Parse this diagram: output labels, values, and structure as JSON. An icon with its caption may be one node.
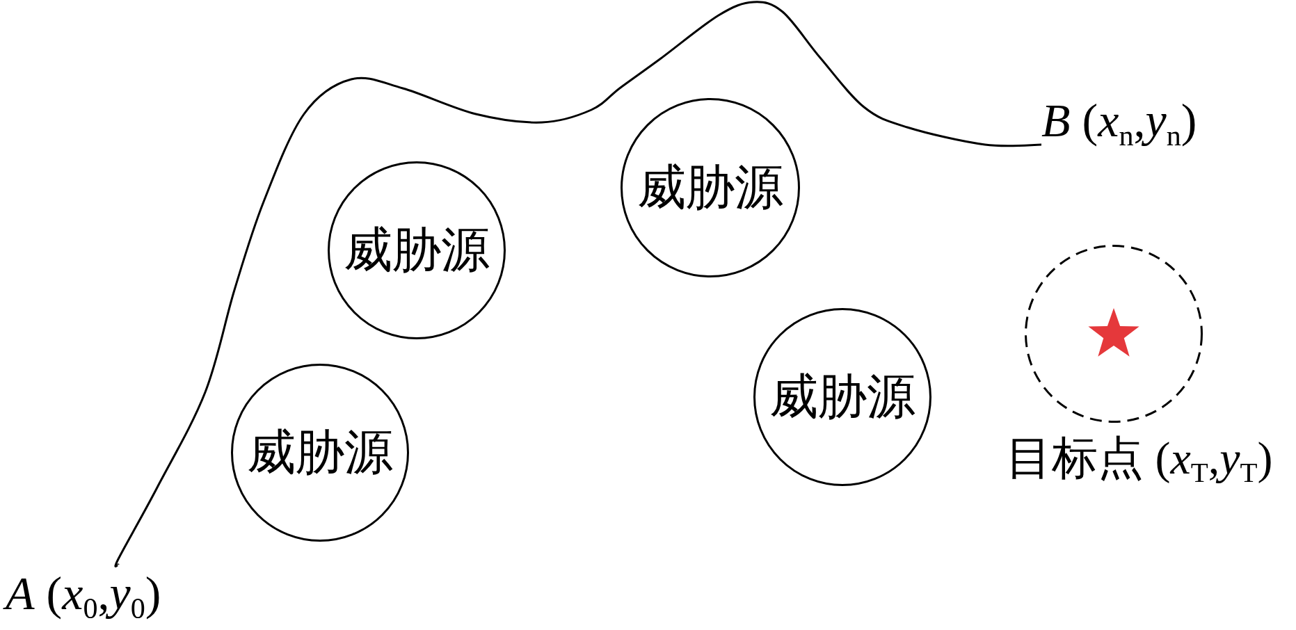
{
  "diagram": {
    "nodes": [
      {
        "text": [
          "*A* (*x*$_{0}$,*y*$_{0}$)"
        ]
      },
      {
        "text": [
          "威胁源"
        ]
      },
      {
        "text": [
          "威胁源"
        ]
      },
      {
        "text": [
          "威胁源"
        ]
      },
      {
        "text": [
          "威胁源"
        ]
      },
      {
        "text": [
          "*B* (*x*$_{n}$,*y*$_{n}$)"
        ]
      },
      {
        "text": [],
        "shape": "circle",
        "beside": [
          "目标点 (*x*$_{T}$,*y*$_{T}$)"
        ]
      }
    ],
    "edges": [
      {
        "from": 0,
        "to": 5,
        "arrow": "none"
      }
    ]
  }
}
